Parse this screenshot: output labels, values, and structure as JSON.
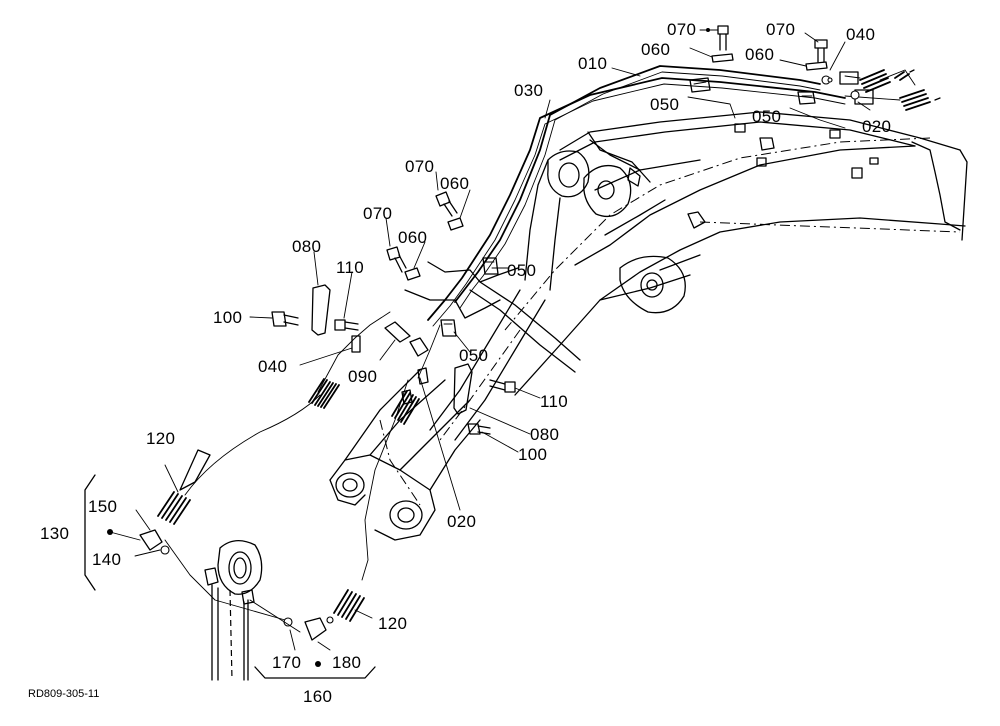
{
  "drawing": {
    "code": "RD809-305-11",
    "parts": [
      {
        "id": "p070a",
        "label": "070"
      },
      {
        "id": "p070b",
        "label": "070"
      },
      {
        "id": "p060a",
        "label": "060"
      },
      {
        "id": "p060b",
        "label": "060"
      },
      {
        "id": "p040a",
        "label": "040"
      },
      {
        "id": "p010",
        "label": "010"
      },
      {
        "id": "p030",
        "label": "030"
      },
      {
        "id": "p050a",
        "label": "050"
      },
      {
        "id": "p050b",
        "label": "050"
      },
      {
        "id": "p020a",
        "label": "020"
      },
      {
        "id": "p070c",
        "label": "070"
      },
      {
        "id": "p060c",
        "label": "060"
      },
      {
        "id": "p070d",
        "label": "070"
      },
      {
        "id": "p060d",
        "label": "060"
      },
      {
        "id": "p050c",
        "label": "050"
      },
      {
        "id": "p080a",
        "label": "080"
      },
      {
        "id": "p110a",
        "label": "110"
      },
      {
        "id": "p100a",
        "label": "100"
      },
      {
        "id": "p050d",
        "label": "050"
      },
      {
        "id": "p040b",
        "label": "040"
      },
      {
        "id": "p090",
        "label": "090"
      },
      {
        "id": "p110b",
        "label": "110"
      },
      {
        "id": "p080b",
        "label": "080"
      },
      {
        "id": "p100b",
        "label": "100"
      },
      {
        "id": "p120a",
        "label": "120"
      },
      {
        "id": "p150",
        "label": "150"
      },
      {
        "id": "p130",
        "label": "130"
      },
      {
        "id": "p140",
        "label": "140"
      },
      {
        "id": "p020b",
        "label": "020"
      },
      {
        "id": "p120b",
        "label": "120"
      },
      {
        "id": "p170",
        "label": "170"
      },
      {
        "id": "p180",
        "label": "180"
      },
      {
        "id": "p160",
        "label": "160"
      }
    ]
  }
}
